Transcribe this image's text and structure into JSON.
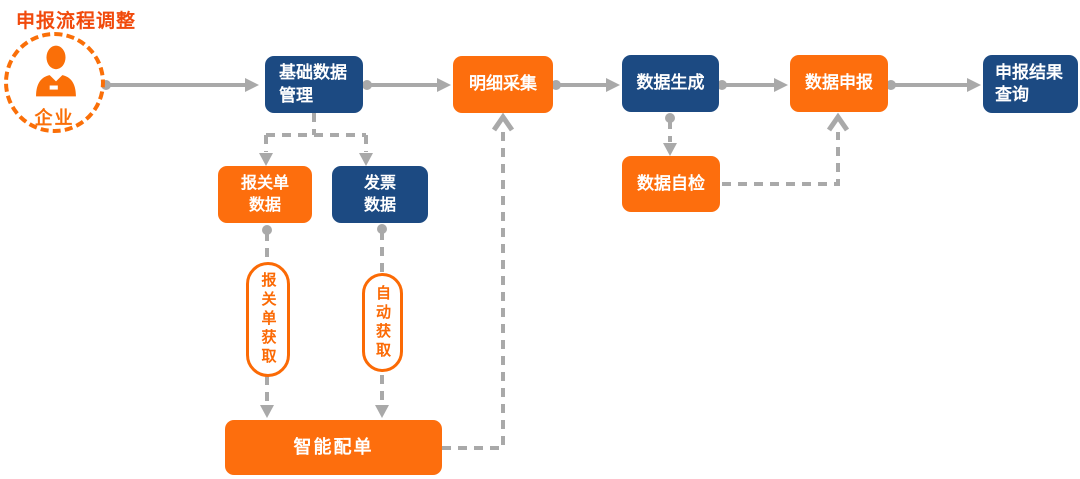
{
  "title": "申报流程调整",
  "colors": {
    "accent_orange": "#FD6E0D",
    "navy_blue": "#1C4A82",
    "arrow_gray": "#A9A9A9",
    "title_red_orange": "#F14A0C",
    "pill_border_orange": "#FB6A05",
    "text_white": "#FFFFFF"
  },
  "actor": {
    "label": "企业",
    "icon": "person-icon"
  },
  "nodes": {
    "base_data": {
      "line1": "基础数据",
      "line2": "管理"
    },
    "detail_collect": {
      "label": "明细采集"
    },
    "data_generate": {
      "label": "数据生成"
    },
    "data_declare": {
      "label": "数据申报"
    },
    "result_query": {
      "line1": "申报结果",
      "line2": "查询"
    },
    "customs_doc_data": {
      "line1": "报关单",
      "line2": "数据"
    },
    "invoice_data": {
      "line1": "发票",
      "line2": "数据"
    },
    "data_selfcheck": {
      "label": "数据自检"
    },
    "customs_doc_fetch": {
      "label": "报关单获取"
    },
    "auto_fetch": {
      "label": "自动获取"
    },
    "smart_match": {
      "label": "智能配单"
    }
  }
}
